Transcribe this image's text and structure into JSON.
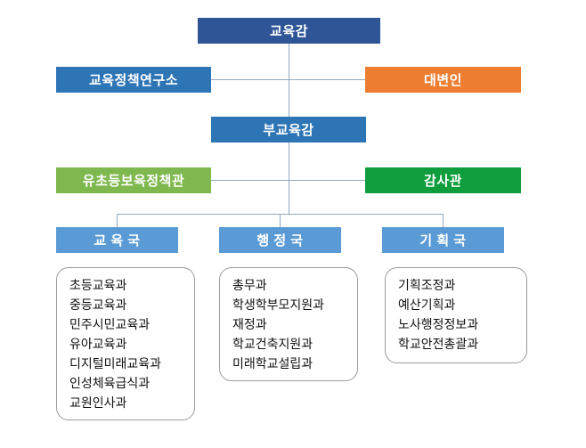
{
  "nodes": {
    "superintendent": "교육감",
    "policy_institute": "교육정책연구소",
    "spokesperson": "대변인",
    "deputy_superintendent": "부교육감",
    "early_childhood_policy": "유초등보육정책관",
    "auditor": "감사관"
  },
  "bureaus": [
    {
      "label": "교 육 국",
      "items": [
        "초등교육과",
        "중등교육과",
        "민주시민교육과",
        "유아교육과",
        "디지털미래교육과",
        "인성체육급식과",
        "교원인사과"
      ]
    },
    {
      "label": "행 정 국",
      "items": [
        "총무과",
        "학생학부모지원과",
        "재정과",
        "학교건축지원과",
        "미래학교설립과"
      ]
    },
    {
      "label": "기 획 국",
      "items": [
        "기획조정과",
        "예산기획과",
        "노사행정정보과",
        "학교안전총괄과"
      ]
    }
  ],
  "colors": {
    "superintendent": "#2f5597",
    "mid_blue": "#2e75b6",
    "spokesperson_orange": "#ed7d31",
    "early_childhood_green": "#7fb84e",
    "auditor_green": "#0f9d3e",
    "bureau_blue": "#5b9bd5",
    "connector": "#8fa8c4",
    "panel_border": "#9a9a9a"
  }
}
